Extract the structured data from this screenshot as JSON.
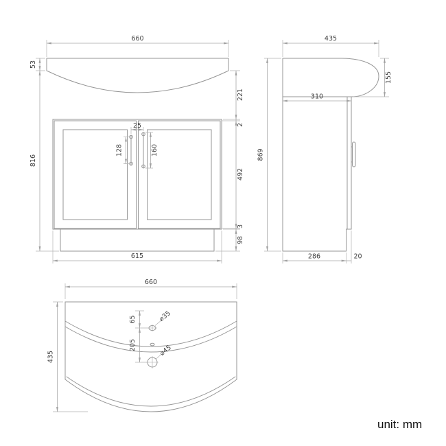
{
  "unit_note": "unit: mm",
  "front": {
    "width_top": "660",
    "lip": "53",
    "body": "816",
    "basin_to_door": "221",
    "gap_top": "2",
    "door": "492",
    "gap_bottom": "3",
    "plinth": "98",
    "handle_gap": "25",
    "handle_l": "128",
    "handle_r": "160",
    "width_bottom": "615"
  },
  "side": {
    "depth_top": "435",
    "basin_front": "155",
    "cabinet_depth": "310",
    "height": "869",
    "base_depth": "286",
    "toe_gap": "20"
  },
  "plan": {
    "width": "660",
    "depth": "435",
    "tap_offset": "65",
    "hole_span": "205",
    "tap_dia": "⌀35",
    "waste_dia": "⌀45"
  }
}
